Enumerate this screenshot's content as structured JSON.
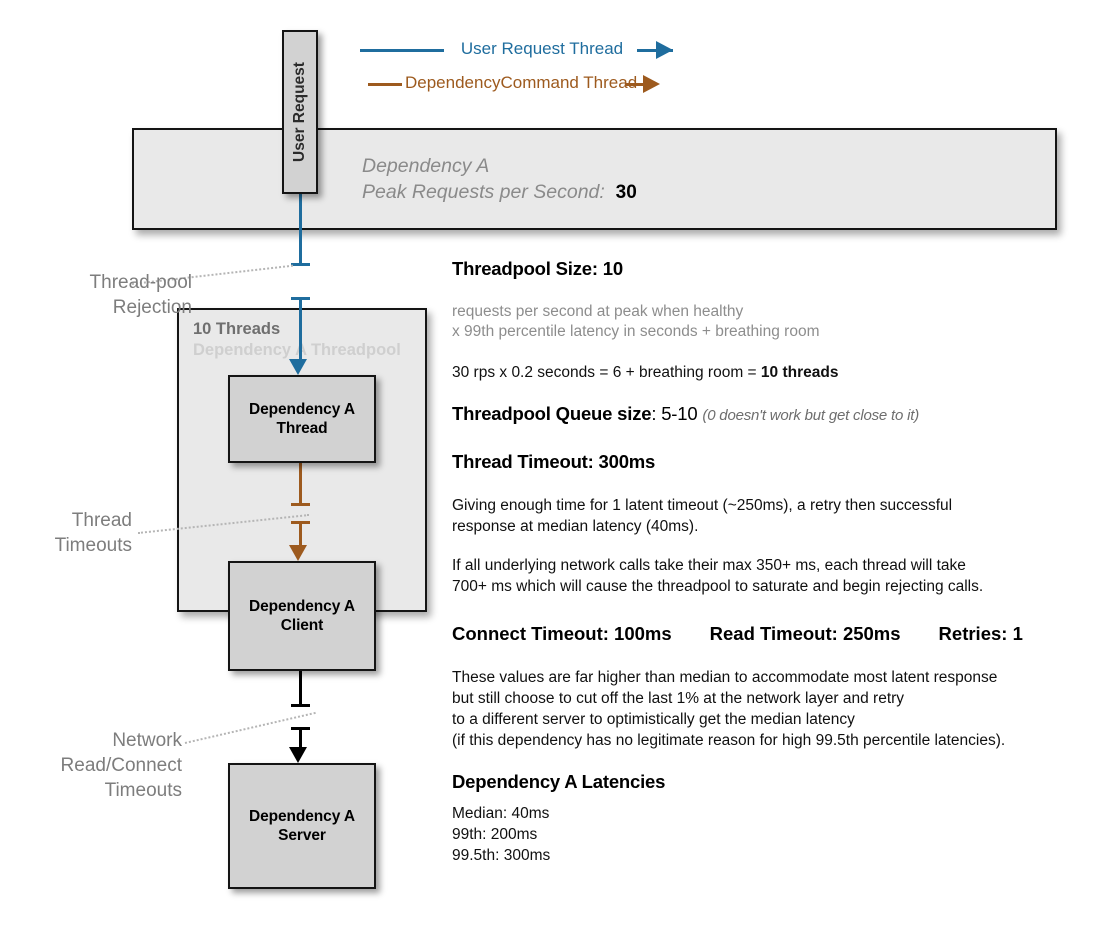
{
  "legend": {
    "items": [
      {
        "label": "User Request Thread",
        "color": "#1f6d9e"
      },
      {
        "label": "DependencyCommand Thread",
        "color": "#9d5a1e"
      }
    ]
  },
  "diagram": {
    "user_request_label": "User Request",
    "dependency_band": {
      "line1": "Dependency A",
      "line2": "Peak Requests per Second:",
      "value": "30"
    },
    "threadpool": {
      "title": "10 Threads",
      "subtitle": "Dependency A Threadpool"
    },
    "nodes": [
      {
        "label": "Dependency A\nThread"
      },
      {
        "label": "Dependency A\nClient"
      },
      {
        "label": "Dependency A\nServer"
      }
    ],
    "annotations": [
      {
        "label": "Thread-pool\nRejection"
      },
      {
        "label": "Thread\nTimeouts"
      },
      {
        "label": "Network\nRead/Connect\nTimeouts"
      }
    ]
  },
  "notes": {
    "threadpool_size_heading": "Threadpool Size: 10",
    "threadpool_size_muted": "requests per second at peak when healthy\nx 99th percentile latency in seconds + breathing room",
    "threadpool_size_calc_prefix": "30 rps x 0.2 seconds = 6 + breathing room = ",
    "threadpool_size_calc_result": "10 threads",
    "queue_size_label": "Threadpool Queue size",
    "queue_size_value": ": 5-10",
    "queue_size_aside": "(0 doesn't work but get close to it)",
    "thread_timeout_heading": "Thread Timeout: 300ms",
    "thread_timeout_body_1": "Giving enough time for 1 latent timeout (~250ms), a retry then successful\nresponse at median latency (40ms).",
    "thread_timeout_body_2": "If all underlying network calls take their max 350+ ms, each thread will take\n700+ ms which will cause the threadpool to saturate and begin rejecting calls.",
    "connect_timeout": "Connect Timeout: 100ms",
    "read_timeout": "Read Timeout: 250ms",
    "retries": "Retries: 1",
    "network_body": "These values are far higher than median to accommodate most latent response\nbut still choose to cut off the last 1% at the network layer and retry\nto a different server to optimistically get the median latency\n(if this dependency has no legitimate reason for high 99.5th percentile latencies).",
    "latencies_heading": "Dependency A Latencies",
    "latencies_body": "Median: 40ms\n99th: 200ms\n99.5th: 300ms"
  }
}
